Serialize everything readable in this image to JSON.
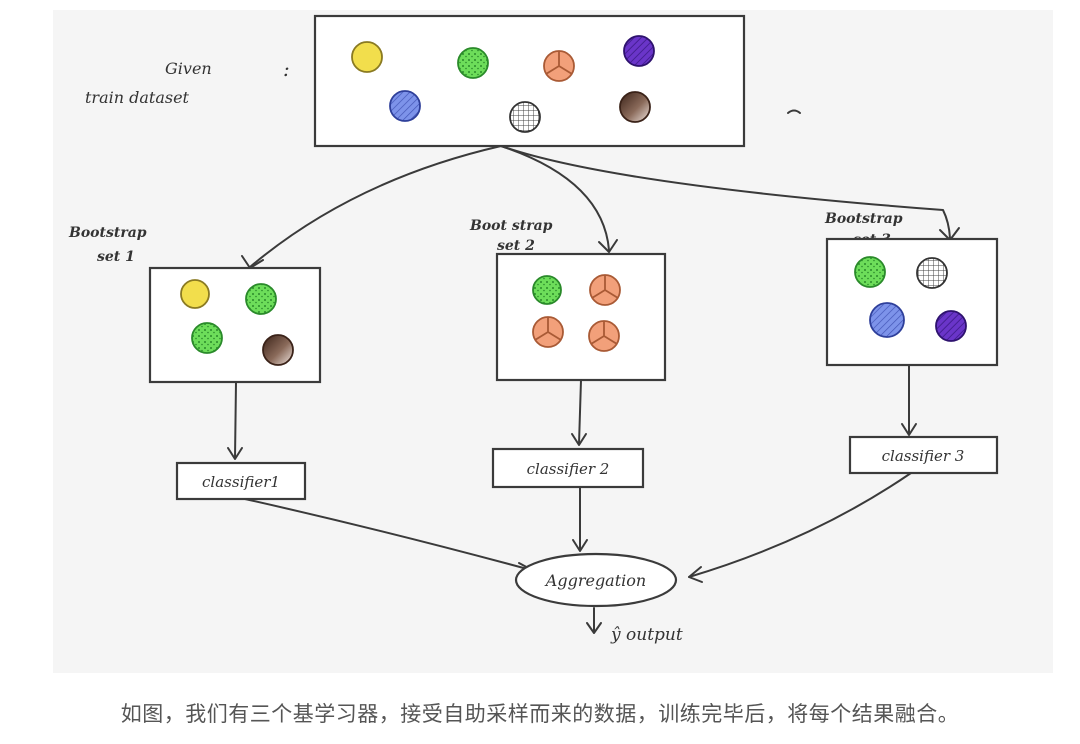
{
  "diagram": {
    "dataset_label_line1": "Given",
    "dataset_label_line2": "train dataset",
    "dataset_label_colon": ":",
    "bootstrap_sets": [
      {
        "label_line1": "Bootstrap",
        "label_line2": "set 1",
        "classifier": "classifier1"
      },
      {
        "label_line1": "Boot strap",
        "label_line2": "set 2",
        "classifier": "classifier 2"
      },
      {
        "label_line1": "Bootstrap",
        "label_line2": "set 3",
        "classifier": "classifier 3"
      }
    ],
    "aggregation_label": "Aggregation",
    "output_label": "ŷ output",
    "colors": {
      "yellow": "#f2de4c",
      "green": "#66dd55",
      "orange": "#f2a07a",
      "purple": "#6a35c9",
      "blue": "#6f86e6",
      "brown": "#5b3a2a"
    }
  },
  "caption": "如图，我们有三个基学习器，接受自助采样而来的数据，训练完毕后，将每个结果融合。"
}
